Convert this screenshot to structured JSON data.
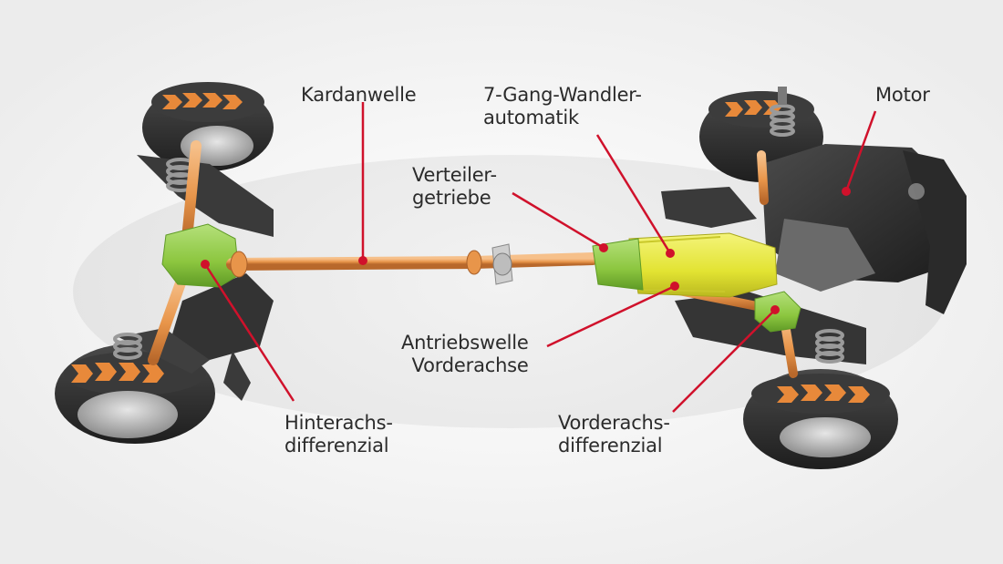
{
  "labels": {
    "kardanwelle": [
      "Kardanwelle"
    ],
    "wandlerautomatik": [
      "7-Gang-Wandler-",
      "automatik"
    ],
    "motor": [
      "Motor"
    ],
    "verteilergetriebe": [
      "Verteiler-",
      "getriebe"
    ],
    "antriebswelle": [
      "Antriebswelle",
      "Vorderachse"
    ],
    "hinterachsdifferenzial": [
      "Hinterachs-",
      "differenzial"
    ],
    "vorderachsdifferenzial": [
      "Vorderachs-",
      "differenzial"
    ]
  },
  "colors": {
    "leader_line": "#d0112b",
    "shaft_orange": "#e8954a",
    "differential_green": "#8cc63f",
    "transmission_yellow": "#e2e332",
    "chassis_dark": "#3a3a3a",
    "tire": "#2a2a2a",
    "tread_arrow": "#e8893a",
    "background": "#f4f4f4"
  }
}
